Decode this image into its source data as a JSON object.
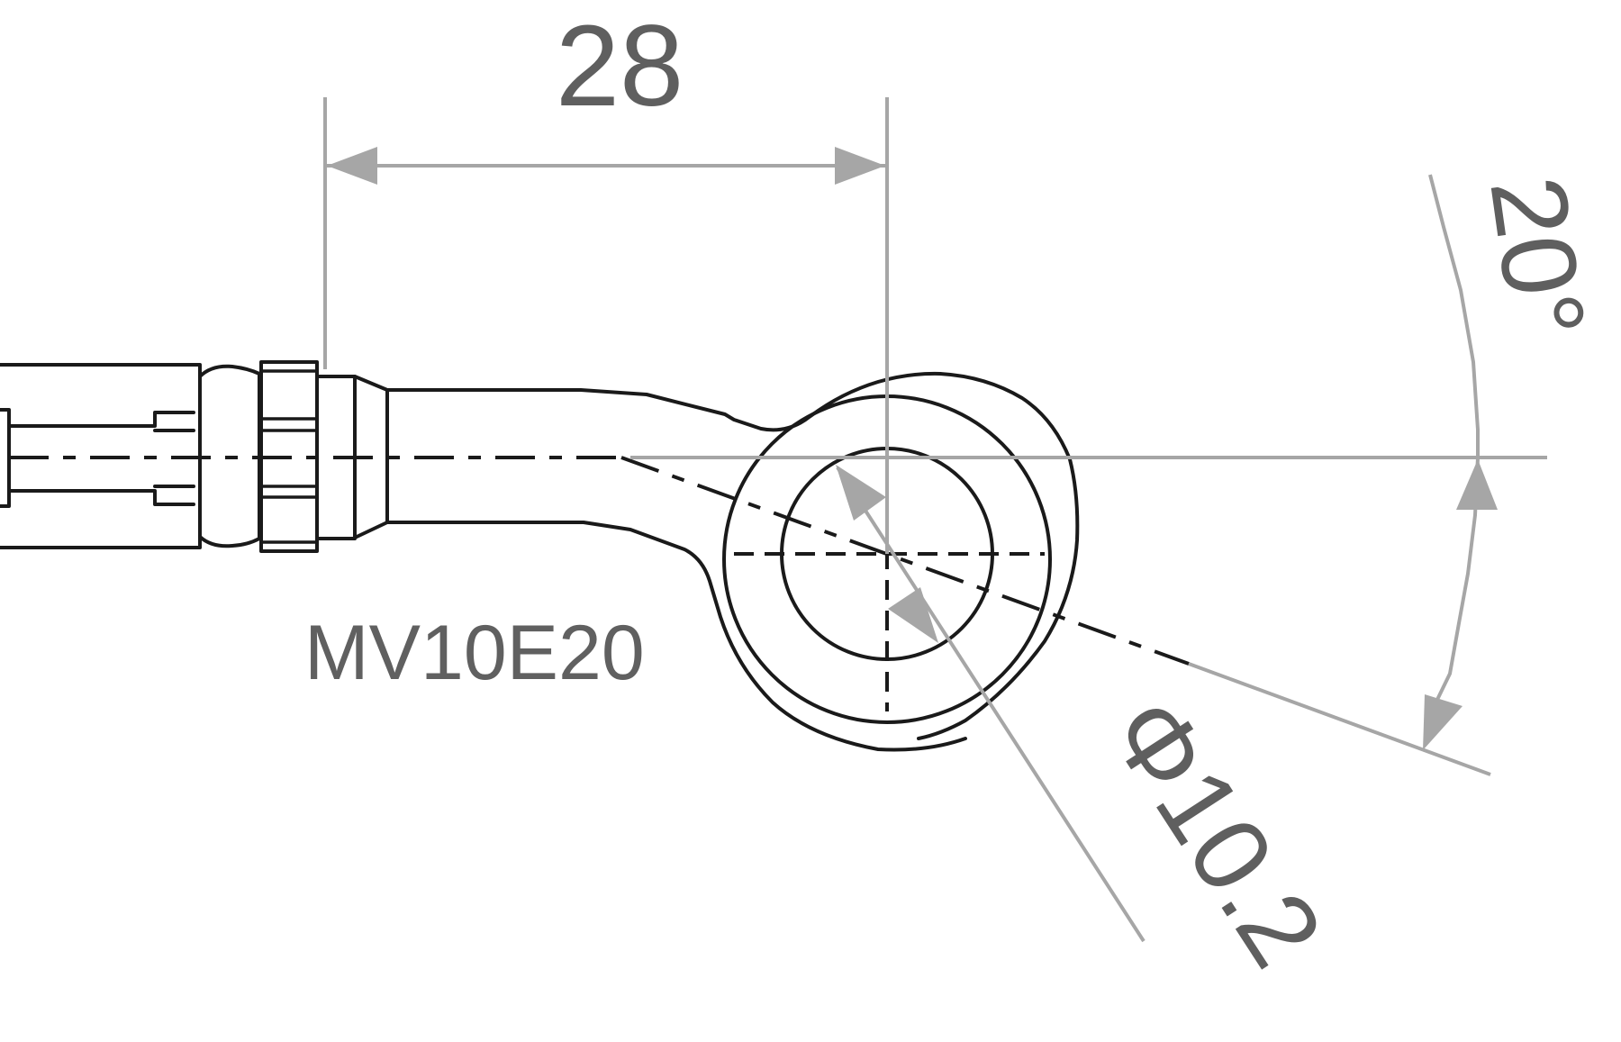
{
  "dimensions": {
    "length": "28",
    "angle": "20°",
    "diameter": "Φ10.2"
  },
  "part_label": "MV10E20",
  "colors": {
    "object_lines": "#1a1a1a",
    "dimension_lines": "#a6a6a6",
    "text": "#5f5f5f"
  }
}
